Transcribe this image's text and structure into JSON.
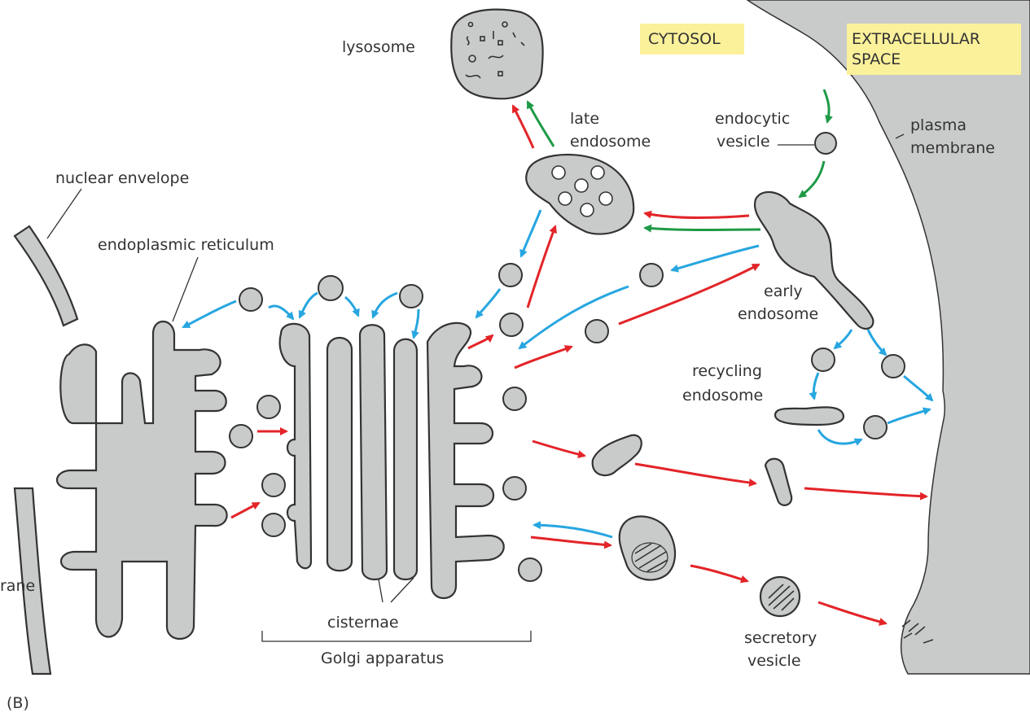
{
  "labels": {
    "lysosome": "lysosome",
    "cytosol": "CYTOSOL",
    "extracellular_1": "EXTRACELLULAR",
    "extracellular_2": "SPACE",
    "late_endosome_1": "late",
    "late_endosome_2": "endosome",
    "endocytic_vesicle_1": "endocytic",
    "endocytic_vesicle_2": "vesicle",
    "plasma_membrane_1": "plasma",
    "plasma_membrane_2": "membrane",
    "nuclear_envelope": "nuclear envelope",
    "endoplasmic_reticulum": "endoplasmic reticulum",
    "early_endosome_1": "early",
    "early_endosome_2": "endosome",
    "recycling_endosome_1": "recycling",
    "recycling_endosome_2": "endosome",
    "membrane_partial": "rane",
    "cisternae": "cisternae",
    "golgi_apparatus": "Golgi apparatus",
    "secretory_vesicle_1": "secretory",
    "secretory_vesicle_2": "vesicle",
    "panel": "(B)"
  },
  "colors": {
    "organelle_fill": "#c9cbca",
    "highlight_box": "#fbf19b",
    "arrow_red": "#e32428",
    "arrow_blue": "#27a6e0",
    "arrow_green": "#1e9a47"
  }
}
